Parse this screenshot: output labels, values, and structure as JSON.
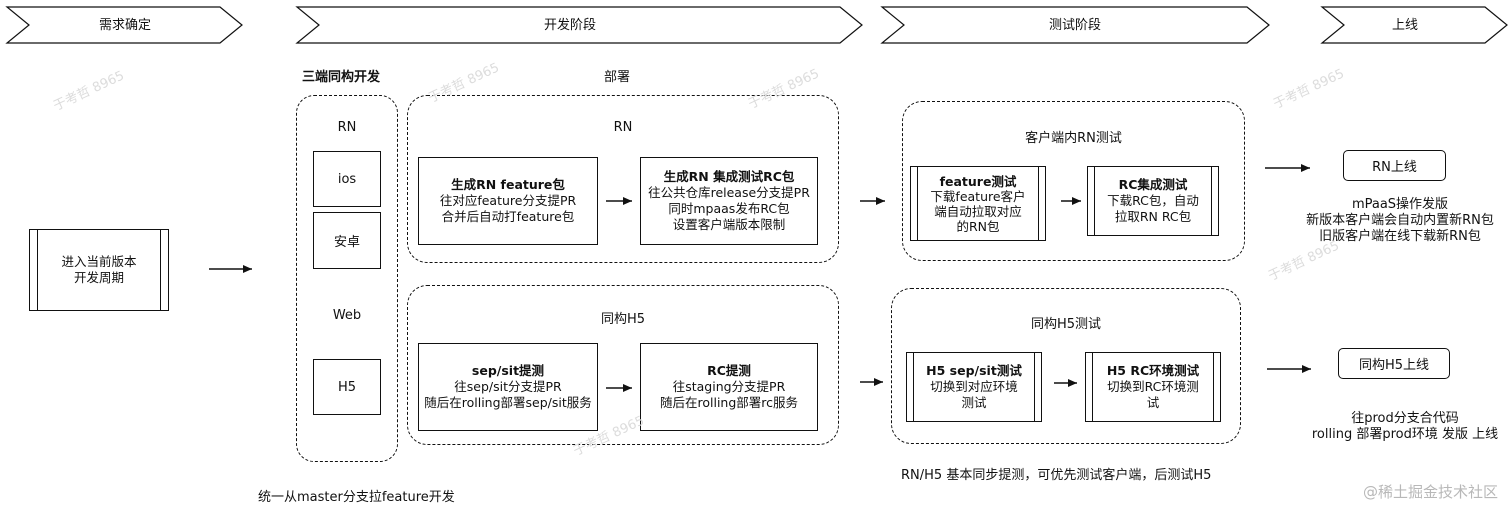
{
  "stages": [
    "需求确定",
    "开发阶段",
    "测试阶段",
    "上线"
  ],
  "requirement": {
    "line1": "进入当前版本",
    "line2": "开发周期"
  },
  "isomorphic": {
    "title": "三端同构开发",
    "rn_label": "RN",
    "ios": "ios",
    "android": "安卓",
    "web_label": "Web",
    "h5": "H5"
  },
  "dev_note": "统一从master分支拉feature开发",
  "deploy_label": "部署",
  "rn_dev": {
    "title": "RN",
    "box1": {
      "title": "生成RN feature包",
      "line1": "往对应feature分支提PR",
      "line2": "合并后自动打feature包"
    },
    "box2": {
      "title": "生成RN 集成测试RC包",
      "line1": "往公共仓库release分支提PR",
      "line2": "同时mpaas发布RC包",
      "line3": "设置客户端版本限制"
    }
  },
  "h5_dev": {
    "title": "同构H5",
    "box1": {
      "title": "sep/sit提测",
      "line1": "往sep/sit分支提PR",
      "line2": "随后在rolling部署sep/sit服务"
    },
    "box2": {
      "title": "RC提测",
      "line1": "往staging分支提PR",
      "line2": "随后在rolling部署rc服务"
    }
  },
  "rn_test": {
    "title": "客户端内RN测试",
    "box1": {
      "title": "feature测试",
      "line1": "下载feature客户",
      "line2": "端自动拉取对应",
      "line3": "的RN包"
    },
    "box2": {
      "title": "RC集成测试",
      "line1": "下载RC包，自动",
      "line2": "拉取RN RC包"
    }
  },
  "h5_test": {
    "title": "同构H5测试",
    "box1": {
      "title": "H5 sep/sit测试",
      "line1": "切换到对应环境",
      "line2": "测试"
    },
    "box2": {
      "title": "H5 RC环境测试",
      "line1": "切换到RC环境测",
      "line2": "试"
    }
  },
  "test_note": "RN/H5 基本同步提测，可优先测试客户端，后测试H5",
  "release": {
    "rn_button": "RN上线",
    "rn_line1": "mPaaS操作发版",
    "rn_line2": "新版本客户端会自动内置新RN包",
    "rn_line3": "旧版客户端在线下载新RN包",
    "h5_button": "同构H5上线",
    "h5_line1": "往prod分支合代码",
    "h5_line2": "rolling 部署prod环境 发版 上线"
  },
  "footer": "@稀土掘金技术社区",
  "watermark": "于考哲 8965"
}
